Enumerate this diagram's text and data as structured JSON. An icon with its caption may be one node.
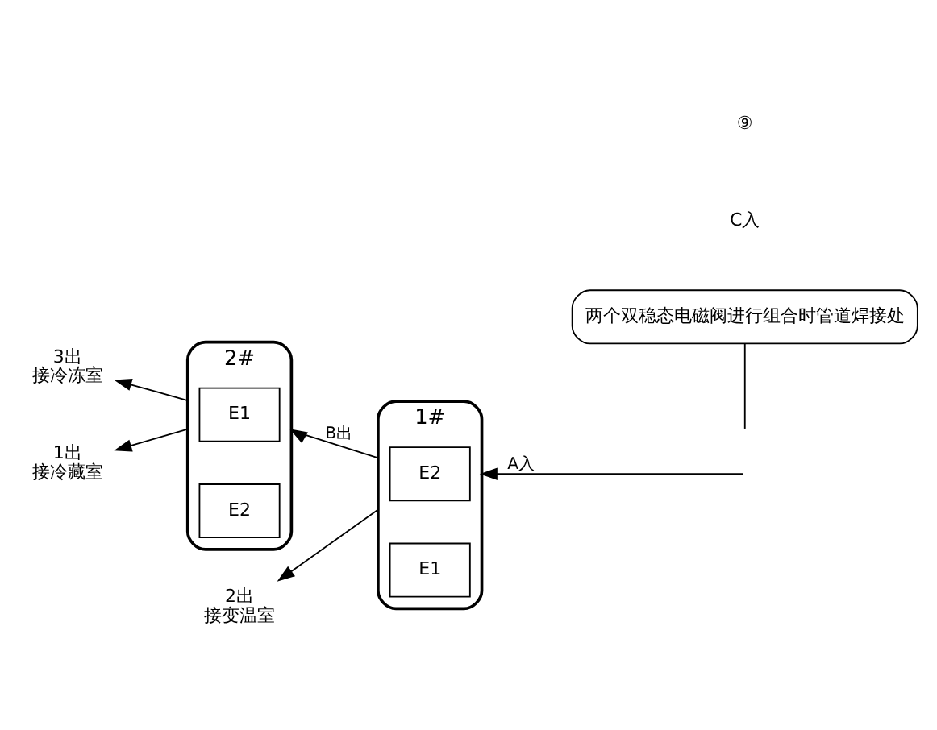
{
  "diagram": {
    "nodes": [
      {
        "text": [
          "2#"
        ]
      },
      {
        "text": [
          "E1"
        ],
        "in": 0
      },
      {
        "text": [
          "E2"
        ],
        "in": 0
      },
      {
        "text": [
          "1#"
        ]
      },
      {
        "text": [
          "E2"
        ],
        "in": 3
      },
      {
        "text": [
          "E1"
        ],
        "in": 3
      },
      {
        "text": [
          "3出",
          "接冷冻室"
        ]
      },
      {
        "text": [
          "1出",
          "接冷藏室"
        ]
      },
      {
        "text": [
          "2出",
          "接变温室"
        ]
      },
      {
        "text": [
          "两个双稳态电磁阀进行组合时管道焊接处"
        ]
      }
    ],
    "edges": [
      {
        "from": 0,
        "to": 6,
        "arrow": "to"
      },
      {
        "from": 0,
        "to": 7,
        "arrow": "to"
      },
      {
        "from": 3,
        "to": 8,
        "arrow": "to"
      },
      {
        "from": null,
        "to": 3,
        "arrow": "to",
        "label": "A入"
      },
      {
        "from": 3,
        "to": 0,
        "arrow": "to",
        "label": "B出"
      },
      {
        "from": 9,
        "to": null,
        "arrow": "none"
      }
    ],
    "labels": [
      "C入",
      "⑨"
    ]
  }
}
